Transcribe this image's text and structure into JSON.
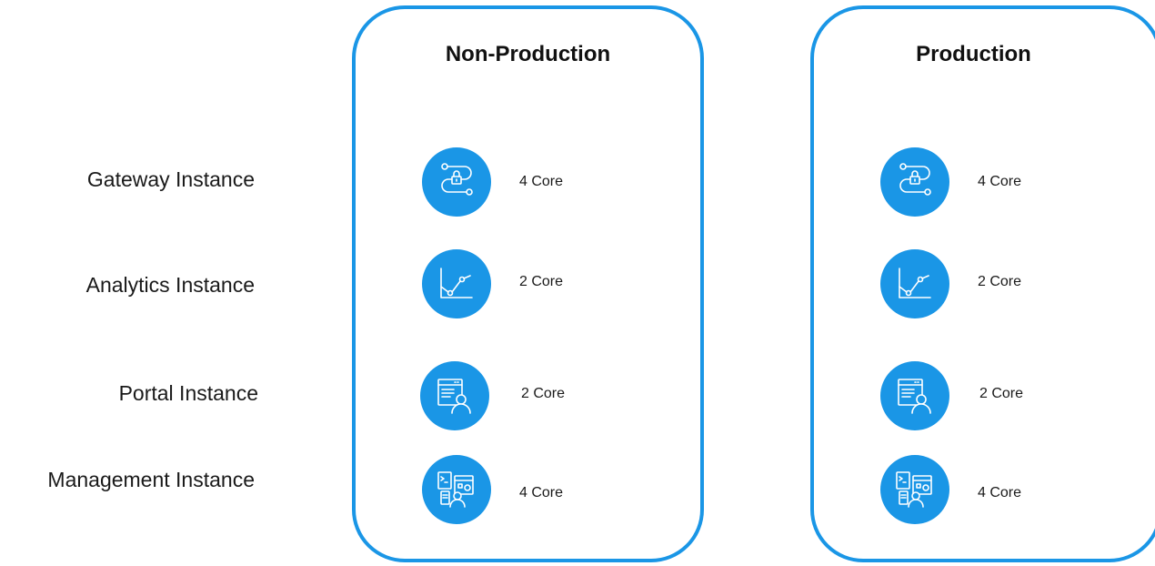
{
  "rows": [
    {
      "label": "Gateway Instance",
      "icon": "gateway-lock-route-icon"
    },
    {
      "label": "Analytics Instance",
      "icon": "analytics-chart-icon"
    },
    {
      "label": "Portal Instance",
      "icon": "portal-user-window-icon"
    },
    {
      "label": "Management Instance",
      "icon": "management-console-user-icon"
    }
  ],
  "panels": [
    {
      "title": "Non-Production",
      "cores": [
        "4 Core",
        "2 Core",
        "2 Core",
        "4 Core"
      ]
    },
    {
      "title": "Production",
      "cores": [
        "4 Core",
        "2 Core",
        "2 Core",
        "4 Core"
      ]
    }
  ],
  "colors": {
    "accent": "#1a96e6",
    "text": "#1a1a1a"
  }
}
